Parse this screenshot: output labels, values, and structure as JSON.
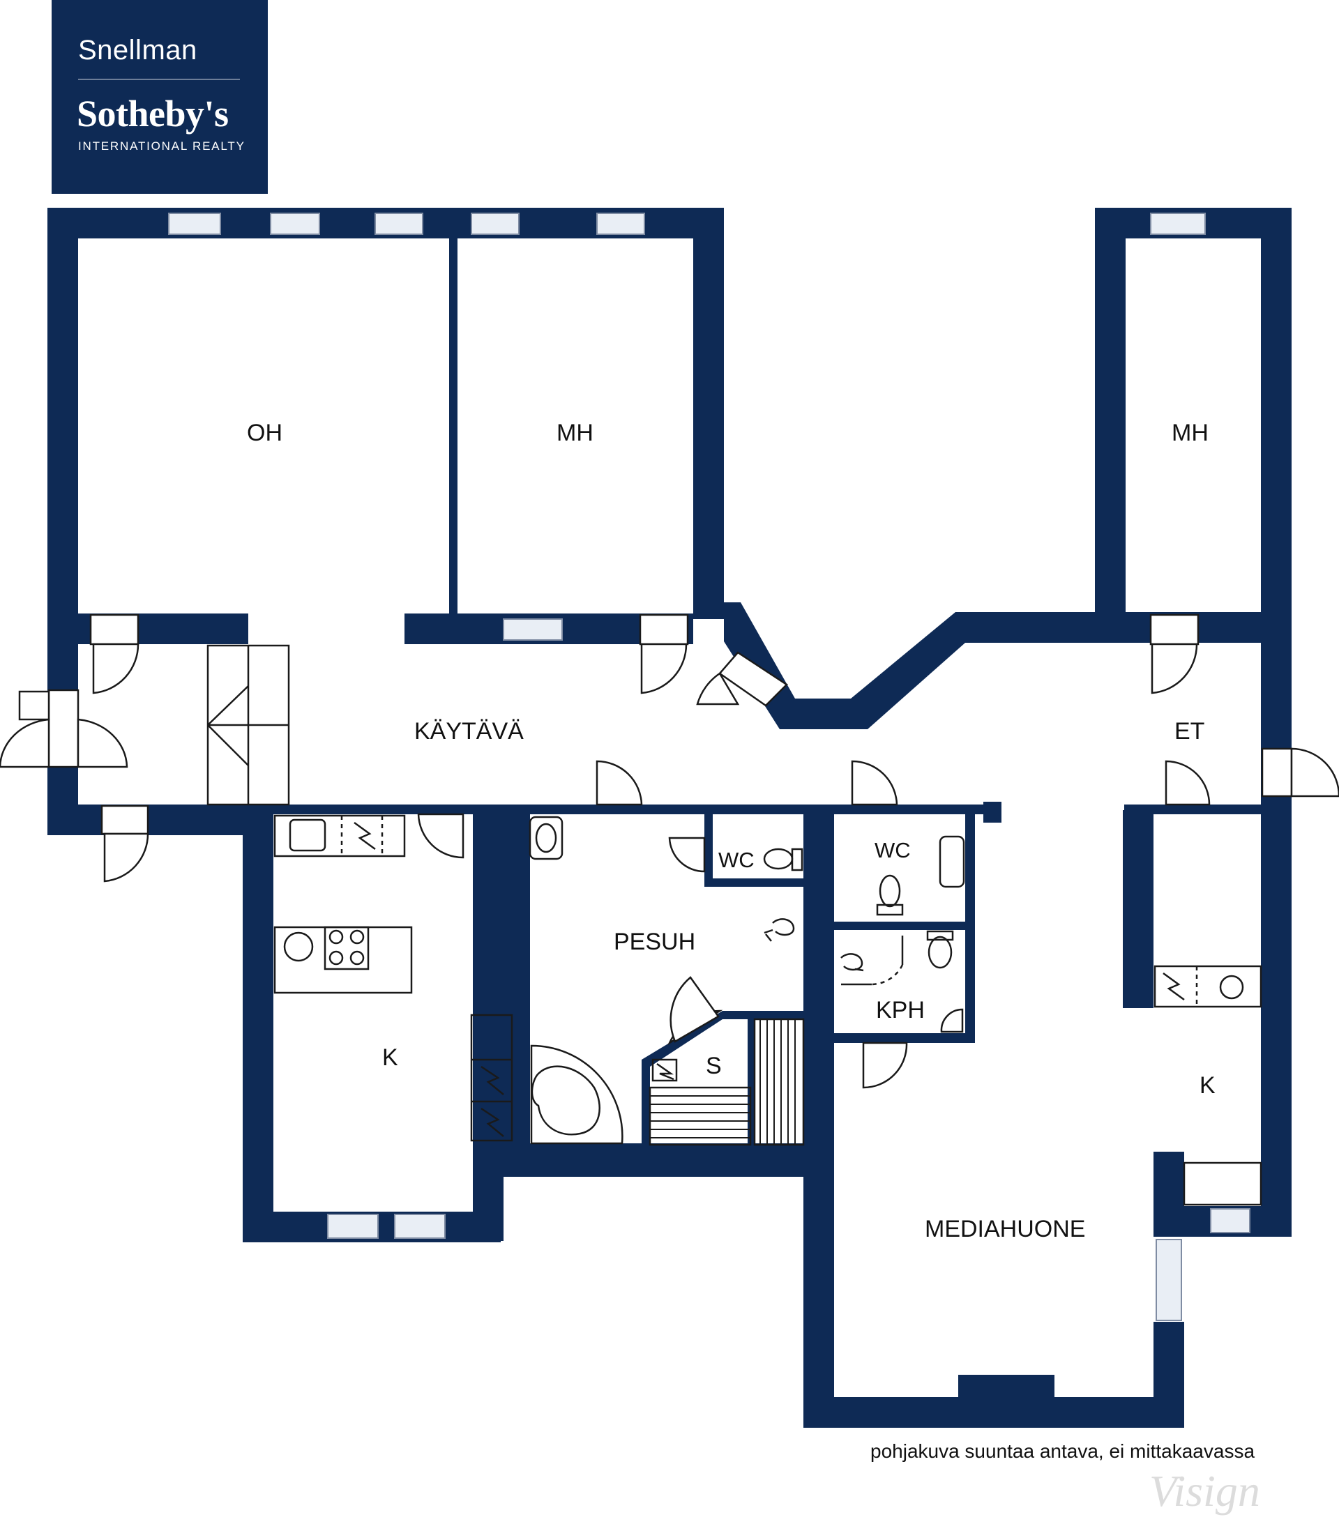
{
  "branding": {
    "brand_top": "Snellman",
    "brand_main": "Sotheby's",
    "brand_sub": "INTERNATIONAL REALTY",
    "watermark": "Visign"
  },
  "colors": {
    "wall": "#0e2a55",
    "window": "#e9eef5",
    "fixture_line": "#1a1a1a",
    "background": "#ffffff"
  },
  "rooms": {
    "oh": "OH",
    "mh_left": "MH",
    "mh_right": "MH",
    "kaytava": "KÄYTÄVÄ",
    "et": "ET",
    "k_left": "K",
    "pesuh": "PESUH",
    "wc_left": "WC",
    "wc_right": "WC",
    "kph": "KPH",
    "s": "S",
    "k_right": "K",
    "mediahuone": "MEDIAHUONE"
  },
  "footer": {
    "disclaimer": "pohjakuva suuntaa antava, ei mittakaavassa"
  },
  "icons": [
    "door-swing-icon",
    "sink-icon",
    "stove-icon",
    "toilet-icon",
    "bathtub-icon",
    "sauna-bench-icon",
    "electric-heater-icon",
    "shower-icon",
    "washbasin-icon"
  ]
}
